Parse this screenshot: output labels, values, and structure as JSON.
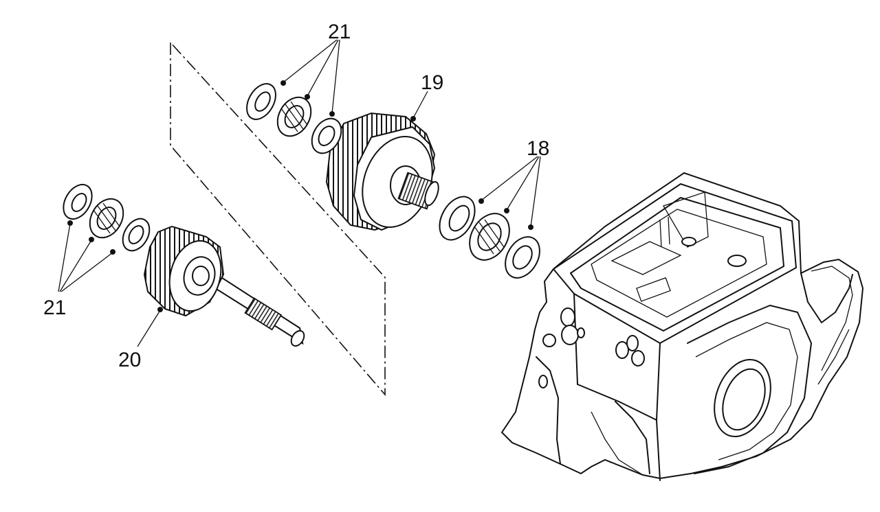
{
  "labels": {
    "ref_18": "18",
    "ref_19": "19",
    "ref_20": "20",
    "ref_21_top": "21",
    "ref_21_left": "21"
  },
  "colors": {
    "ink": "#111111",
    "paper": "#ffffff"
  }
}
